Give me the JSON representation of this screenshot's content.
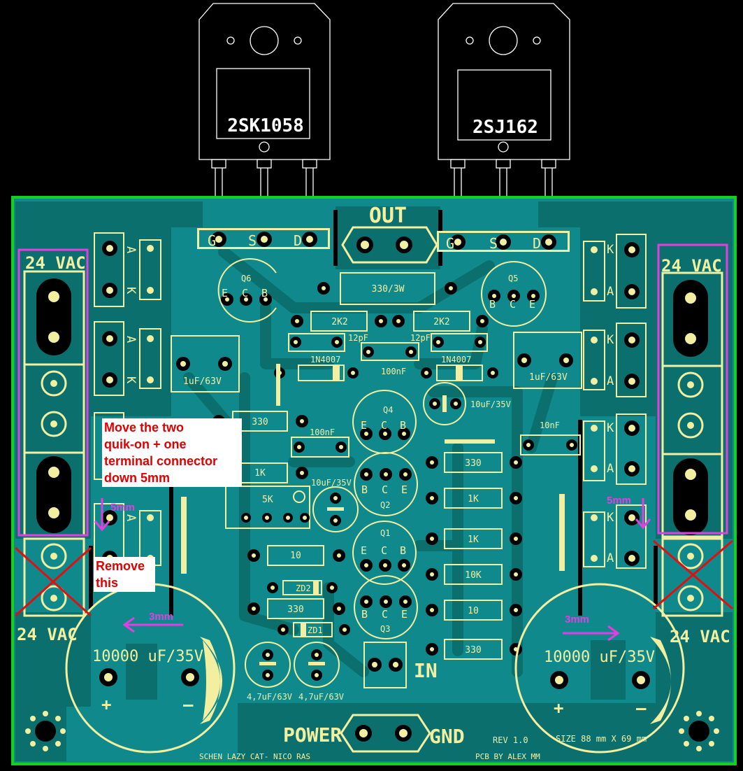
{
  "transistors": {
    "left_part": "2SK1058",
    "right_part": "2SJ162",
    "pins": [
      "G",
      "S",
      "D"
    ]
  },
  "labels": {
    "out": "OUT",
    "in": "IN",
    "power": "POWER",
    "gnd": "GND",
    "vac_top_left": "24 VAC",
    "vac_top_right": "24 VAC",
    "vac_bottom_left": "24 VAC",
    "vac_bottom_right": "24 VAC",
    "big_cap_left": "10000 uF/35V",
    "big_cap_right": "10000 uF/35V",
    "plus": "+",
    "minus": "–",
    "rev": "REV 1.0",
    "size": "SIZE 88 mm X 69 mm",
    "schematic_credit": "SCHEN LAZY CAT- NICO RAS",
    "pcb_credit": "PCB BY ALEX MM"
  },
  "components": {
    "r_330_3w": "330/3W",
    "r_2k2": "2K2",
    "c_12pf": "12pF",
    "d_1n4007": "1N4007",
    "c_100nf": "100nF",
    "c_1uf_63v": "1uF/63V",
    "c_10uf_35v": "10uF/35V",
    "c_10nf": "10nF",
    "r_330": "330",
    "r_1k": "1K",
    "r_5k": "5K",
    "r_10": "10",
    "r_10k": "10K",
    "z_zd2": "ZD2",
    "z_zd1": "ZD1",
    "c_4_7uf_63v": "4,7uF/63V",
    "q6": "Q6",
    "q5": "Q5",
    "q4": "Q4",
    "q2": "Q2",
    "q1": "Q1",
    "q3": "Q3",
    "pin_e": "E",
    "pin_c": "C",
    "pin_b": "B",
    "pin_k": "K",
    "pin_a": "A"
  },
  "annotations": {
    "move_note_line1": "Move the two",
    "move_note_line2": "quik-on + one",
    "move_note_line3": "terminal connector",
    "move_note_line4": "down 5mm",
    "remove_line1": "Remove",
    "remove_line2": "this",
    "dim_5mm": "5mm",
    "dim_3mm": "3mm"
  },
  "colors": {
    "board": "#10898c",
    "copper": "#0b6f6e",
    "outline": "#16d01f",
    "silkscreen": "#f2f0a0",
    "marker": "#e040e0",
    "cross": "#e01010"
  }
}
